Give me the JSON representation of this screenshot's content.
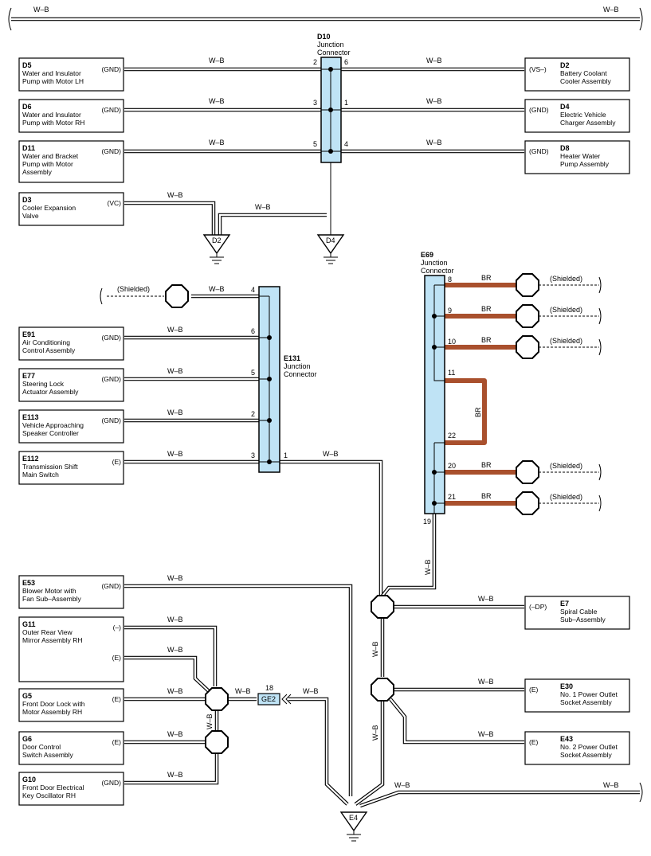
{
  "wire_color": "W–B",
  "br_color": "BR",
  "shielded": "(Shielded)",
  "colors": {
    "junction_fill": "#bfe3f5",
    "br_wire": "#a9502d"
  },
  "junctions": {
    "d10": {
      "code": "D10",
      "line1": "Junction",
      "line2": "Connector",
      "pins": [
        "2",
        "6",
        "3",
        "1",
        "5",
        "4"
      ]
    },
    "e131": {
      "code": "E131",
      "line1": "Junction",
      "line2": "Connector",
      "pins": [
        "4",
        "6",
        "5",
        "2",
        "3",
        "1"
      ]
    },
    "e69": {
      "code": "E69",
      "line1": "Junction",
      "line2": "Connector",
      "pins": [
        "8",
        "9",
        "10",
        "11",
        "22",
        "20",
        "21",
        "19"
      ]
    }
  },
  "components": {
    "d5": {
      "code": "D5",
      "l1": "Water and Insulator",
      "l2": "Pump with Motor LH",
      "l3": "",
      "term": "(GND)"
    },
    "d6": {
      "code": "D6",
      "l1": "Water and Insulator",
      "l2": "Pump with Motor RH",
      "l3": "",
      "term": "(GND)"
    },
    "d11": {
      "code": "D11",
      "l1": "Water and Bracket",
      "l2": "Pump with Motor",
      "l3": "Assembly",
      "term": "(GND)"
    },
    "d3": {
      "code": "D3",
      "l1": "Cooler Expansion",
      "l2": "Valve",
      "l3": "",
      "term": "(VC)"
    },
    "d2": {
      "code": "D2",
      "l1": "Battery Coolant",
      "l2": "Cooler Assembly",
      "l3": "",
      "term": "(VS–)"
    },
    "d4": {
      "code": "D4",
      "l1": "Electric Vehicle",
      "l2": "Charger Assembly",
      "l3": "",
      "term": "(GND)"
    },
    "d8": {
      "code": "D8",
      "l1": "Heater Water",
      "l2": "Pump Assembly",
      "l3": "",
      "term": "(GND)"
    },
    "e91": {
      "code": "E91",
      "l1": "Air Conditioning",
      "l2": "Control Assembly",
      "l3": "",
      "term": "(GND)"
    },
    "e77": {
      "code": "E77",
      "l1": "Steering Lock",
      "l2": "Actuator Assembly",
      "l3": "",
      "term": "(GND)"
    },
    "e113": {
      "code": "E113",
      "l1": "Vehicle Approaching",
      "l2": "Speaker Controller",
      "l3": "",
      "term": "(GND)"
    },
    "e112": {
      "code": "E112",
      "l1": "Transmission Shift",
      "l2": "Main Switch",
      "l3": "",
      "term": "(E)"
    },
    "e53": {
      "code": "E53",
      "l1": "Blower Motor with",
      "l2": "Fan Sub–Assembly",
      "l3": "",
      "term": "(GND)"
    },
    "g11": {
      "code": "G11",
      "l1": "Outer Rear View",
      "l2": "Mirror Assembly RH",
      "l3": "",
      "term": "(–)",
      "term2": "(E)"
    },
    "g5": {
      "code": "G5",
      "l1": "Front Door Lock with",
      "l2": "Motor Assembly RH",
      "l3": "",
      "term": "(E)"
    },
    "g6": {
      "code": "G6",
      "l1": "Door Control",
      "l2": "Switch Assembly",
      "l3": "",
      "term": "(E)"
    },
    "g10": {
      "code": "G10",
      "l1": "Front Door Electrical",
      "l2": "Key Oscillator RH",
      "l3": "",
      "term": "(GND)"
    },
    "e7": {
      "code": "E7",
      "l1": "Spiral Cable",
      "l2": "Sub–Assembly",
      "l3": "",
      "term": "(–DP)"
    },
    "e30": {
      "code": "E30",
      "l1": "No. 1 Power Outlet",
      "l2": "Socket Assembly",
      "l3": "",
      "term": "(E)"
    },
    "e43": {
      "code": "E43",
      "l1": "No. 2 Power Outlet",
      "l2": "Socket Assembly",
      "l3": "",
      "term": "(E)"
    }
  },
  "grounds": {
    "d2": "D2",
    "d4": "D4",
    "e4": "E4"
  },
  "connector_ge2": {
    "code": "GE2",
    "pin": "18"
  }
}
